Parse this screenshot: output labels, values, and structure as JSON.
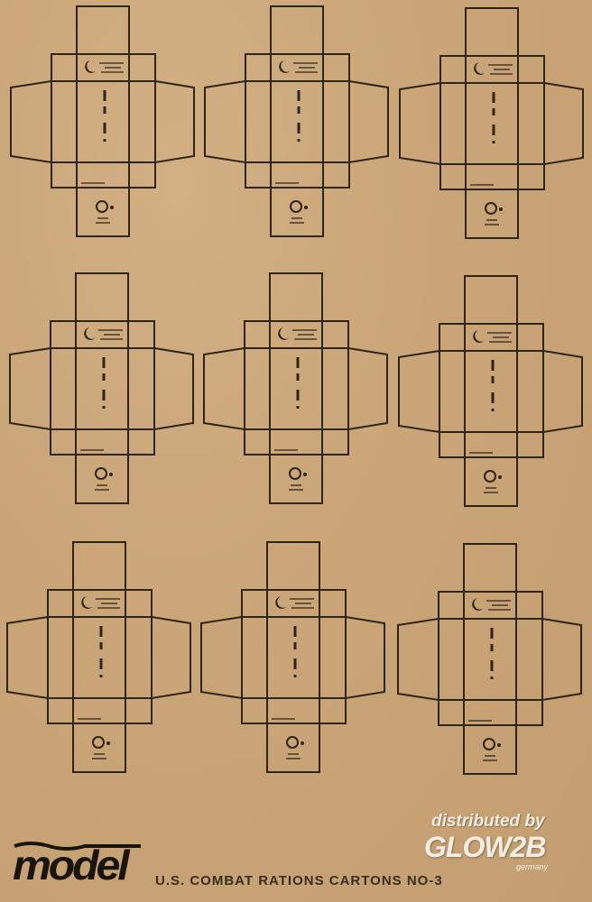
{
  "sheet": {
    "carton_count": 9,
    "rows": 3,
    "columns": 3
  },
  "footer": {
    "brand_logo": "model",
    "title": "U.S. COMBAT RATIONS CARTONS NO-3"
  },
  "watermark": {
    "distributed_by": "distributed by",
    "brand": "GLOW2B",
    "country": "germany"
  },
  "colors": {
    "ink": "#2e2418",
    "paper": "#c9a577",
    "watermark": "#f3ede3"
  }
}
